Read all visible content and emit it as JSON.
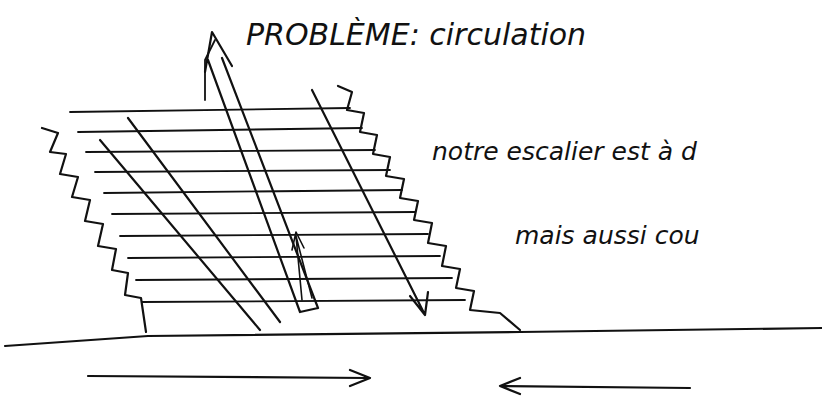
{
  "diagram": {
    "labels": [
      "PROBLÈME: circulation",
      "notre escalier est à d",
      "mais aussi cou"
    ]
  }
}
